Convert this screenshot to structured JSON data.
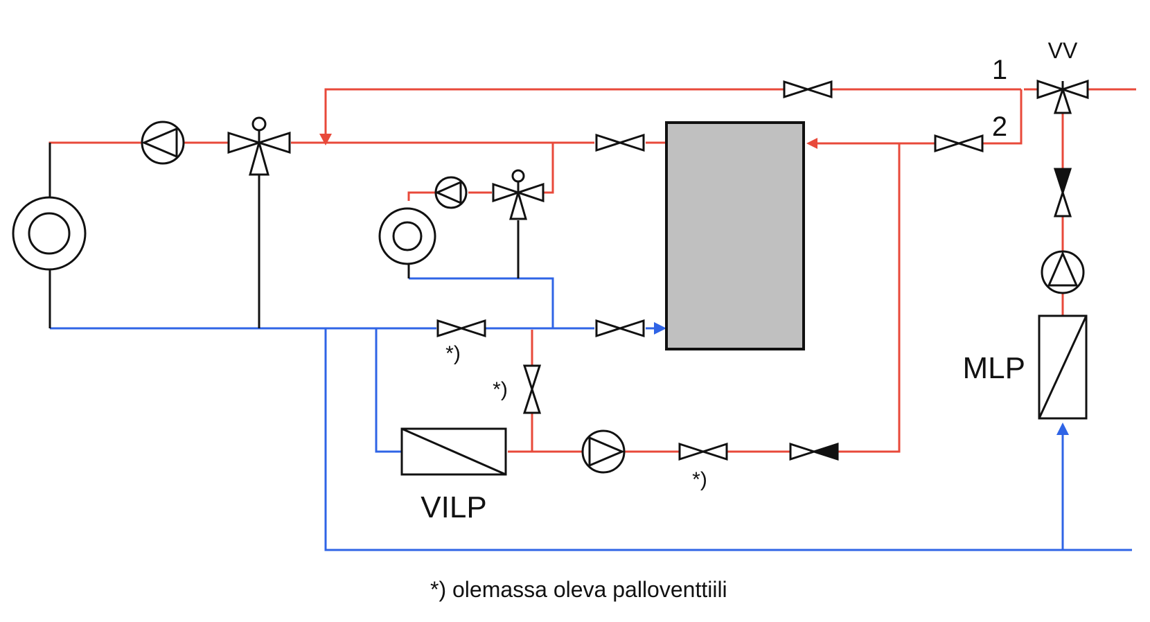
{
  "labels": {
    "vv": "VV",
    "line_1": "1",
    "line_2": "2",
    "mlp": "MLP",
    "vilp": "VILP",
    "note_mark": "*)"
  },
  "footnote": "*) olemassa oleva palloventtiili",
  "colors": {
    "supply": "#e8493a",
    "return": "#2f64e6",
    "symbol": "#111111",
    "tank_fill": "#c0c0c0"
  },
  "icons": [
    "radiator-icon",
    "pump-icon",
    "three-way-valve-icon",
    "ball-valve-icon",
    "check-valve-icon",
    "heat-exchanger-icon",
    "storage-tank-icon"
  ]
}
